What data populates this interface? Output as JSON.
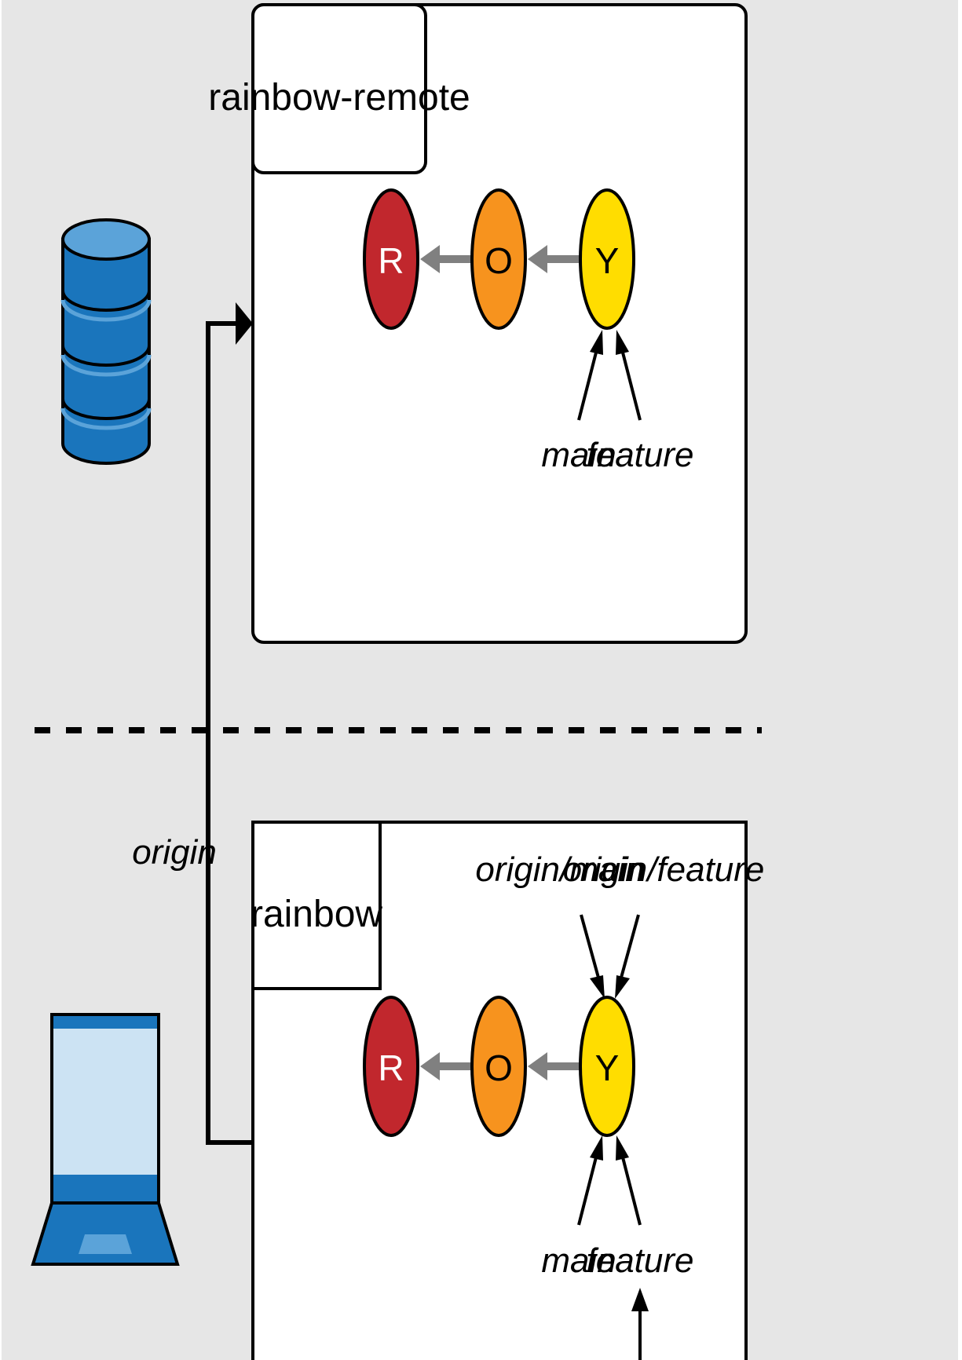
{
  "remote": {
    "repo_name": "rainbow-remote",
    "commits": [
      {
        "letter": "R",
        "color": "#c1272d"
      },
      {
        "letter": "O",
        "color": "#f7931e"
      },
      {
        "letter": "Y",
        "color": "#ffdd00"
      }
    ],
    "branch_labels": [
      "main",
      "feature"
    ]
  },
  "local": {
    "repo_name": "rainbow",
    "commits": [
      {
        "letter": "R",
        "color": "#c1272d"
      },
      {
        "letter": "O",
        "color": "#f7931e"
      },
      {
        "letter": "Y",
        "color": "#ffdd00"
      }
    ],
    "remote_tracking_labels": [
      "origin/main",
      "origin/feature"
    ],
    "branch_labels": [
      "main",
      "feature"
    ]
  },
  "connection_label": "origin",
  "icons": {
    "server": "database-icon",
    "client": "laptop-icon"
  },
  "colors": {
    "background": "#e6e6e6",
    "box_fill": "#ffffff",
    "arrow_gray": "#808080",
    "icon_blue": "#1a75bc",
    "icon_light_blue": "#5ba3d9",
    "laptop_screen": "#cce3f3"
  }
}
